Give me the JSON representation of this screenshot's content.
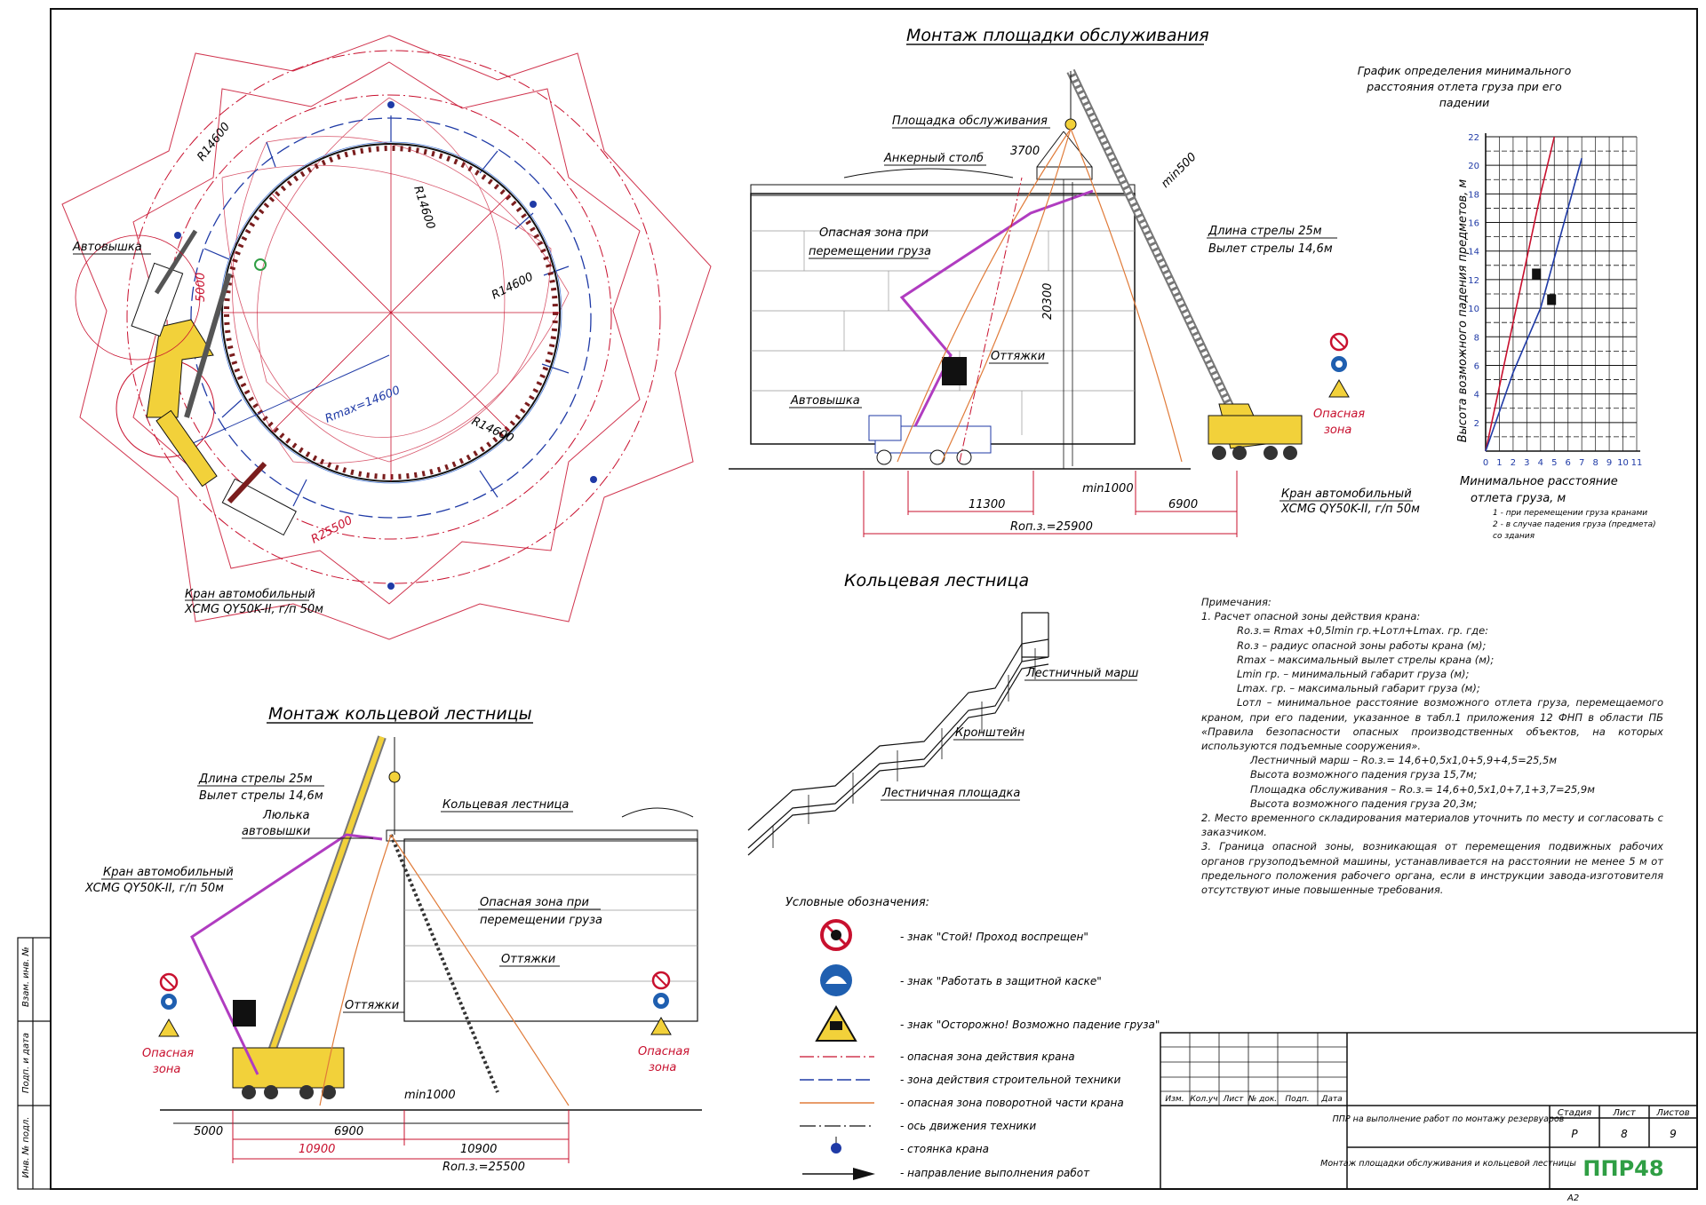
{
  "colors": {
    "crane_zone": "#c8102e",
    "tech_zone": "#1f3aa6",
    "swing_zone": "#e07b39",
    "crane_body": "#f2d13a",
    "ink": "#111111",
    "logo_green": "#2f9e44"
  },
  "plan": {
    "labels": {
      "r1": "R14600",
      "r2": "R14600",
      "r3": "R14600",
      "r4": "R14600",
      "rmax": "Rmax=14600",
      "r25": "R25500",
      "dim5000": "5000",
      "avtovyshka": "Автовышка",
      "crane_a": "Кран автомобильный",
      "crane_b": "XCMG QY50K-II, г/п 50м"
    }
  },
  "platform_view": {
    "title": "Монтаж площадки обслуживания",
    "platform": "Площадка обслуживания",
    "anchor": "Анкерный столб",
    "d3700": "3700",
    "min500": "min500",
    "danger_a": "Опасная зона при",
    "danger_b": "перемещении груза",
    "boom_len": "Длина стрелы 25м",
    "boom_reach": "Вылет стрелы 14,6м",
    "h20300": "20300",
    "guy": "Оттяжки",
    "lift": "Автовышка",
    "dz_a": "Опасная",
    "dz_b": "зона",
    "min1000": "min1000",
    "d11300": "11300",
    "d6900": "6900",
    "ron": "Rоп.з.=25900",
    "crane_a": "Кран автомобильный",
    "crane_b": "XCMG QY50K-II, г/п 50м"
  },
  "chart_data": {
    "type": "line",
    "title": "График определения минимального расстояния отлета груза при его падении",
    "xlabel": "Минимальное расстояние отлета груза, м",
    "ylabel": "Высота возможного падения предметов, м",
    "xticks": [
      0,
      1,
      2,
      3,
      4,
      5,
      6,
      7,
      8,
      9,
      10,
      11
    ],
    "yticks": [
      2,
      4,
      6,
      8,
      10,
      12,
      14,
      16,
      18,
      20,
      22
    ],
    "xlim": [
      0,
      11
    ],
    "ylim": [
      0,
      22
    ],
    "series": [
      {
        "name": "1",
        "color": "#c8102e",
        "x": [
          0,
          1,
          2,
          3,
          4,
          5
        ],
        "y": [
          0,
          4.5,
          9,
          13.5,
          18,
          22
        ]
      },
      {
        "name": "2",
        "color": "#1f3aa6",
        "x": [
          0,
          2,
          4,
          5,
          6,
          7
        ],
        "y": [
          0,
          5.5,
          10,
          13.5,
          17,
          20.5
        ]
      }
    ],
    "markers": [
      {
        "x": 3.7,
        "y": 12.4
      },
      {
        "x": 4.8,
        "y": 10.6
      }
    ],
    "legend": [
      "1 - при перемещении груза кранами",
      "2 - в случае падения груза (предмета)",
      "со здания"
    ]
  },
  "ring_stair": {
    "title": "Кольцевая лестница",
    "march": "Лестничный марш",
    "bracket": "Кронштейн",
    "landing": "Лестничная площадка"
  },
  "notes": {
    "heading": "Примечания:",
    "n1": "1.   Расчет опасной зоны действия крана:",
    "f": "Rо.з.= Rmax +0,5lmin гр.+Lотл+Lmax. гр. где:",
    "d1": "Rо.з – радиус опасной зоны работы крана (м);",
    "d2": "Rmax – максимальный вылет стрелы крана (м);",
    "d3": "Lmin гр. – минимальный габарит груза (м);",
    "d4": "Lmax. гр. – максимальный габарит груза (м);",
    "d5": "Lотл – минимальное расстояние возможного отлета груза, перемещаемого краном, при его падении, указанное в табл.1 приложения 12 ФНП в области ПБ «Правила безопасности опасных производственных объектов, на которых используются подъемные сооружения».",
    "c1": "Лестничный марш – Rо.з.= 14,6+0,5х1,0+5,9+4,5=25,5м",
    "c2": "Высота возможного падения груза 15,7м;",
    "c3": "Площадка обслуживания – Rо.з.= 14,6+0,5х1,0+7,1+3,7=25,9м",
    "c4": "Высота возможного падения груза 20,3м;",
    "n2": "2.      Место временного складирования материалов уточнить по месту и согласовать с заказчиком.",
    "n3": "3. Граница опасной зоны, возникающая от перемещения подвижных рабочих органов грузоподъемной машины, устанавливается на расстоянии не менее 5 м от предельного положения рабочего органа, если в инструкции завода-изготовителя отсутствуют иные повышенные требования."
  },
  "stair_mount": {
    "title": "Монтаж кольцевой лестницы",
    "boom_len": "Длина стрелы 25м",
    "boom_reach": "Вылет стрелы 14,6м",
    "cradle_a": "Люлька",
    "cradle_b": "автовышки",
    "ring": "Кольцевая лестница",
    "crane_a": "Кран автомобильный",
    "crane_b": "XCMG QY50K-II, г/п 50м",
    "danger_a": "Опасная зона при",
    "danger_b": "перемещении груза",
    "guy1": "Оттяжки",
    "guy2": "Оттяжки",
    "dz_a": "Опасная",
    "dz_b": "зона",
    "dz2_a": "Опасная",
    "dz2_b": "зона",
    "min1000": "min1000",
    "d5000": "5000",
    "d6900": "6900",
    "d10900a": "10900",
    "d10900b": "10900",
    "ron": "Rоп.з.=25500"
  },
  "legend": {
    "title": "Условные обозначения:",
    "items": [
      "- знак \"Стой! Проход воспрещен\"",
      "- знак \"Работать в защитной каске\"",
      "- знак \"Осторожно! Возможно падение груза\"",
      "- опасная зона действия крана",
      "- зона действия строительной техники",
      "- опасная зона поворотной части крана",
      "- ось движения техники",
      "- стоянка крана",
      "- направление выполнения работ"
    ]
  },
  "side_stamp": [
    "Взам. инв. №",
    "Подп. и дата",
    "Инв. № подл."
  ],
  "title_block": {
    "cols": [
      "Изм.",
      "Кол.уч",
      "Лист",
      "№ док.",
      "Подп.",
      "Дата"
    ],
    "doc": "ППР на выполнение работ по монтажу резервуаров",
    "sheet_title": "Монтаж площадки обслуживания и кольцевой лестницы",
    "stage_h": "Стадия",
    "sheet_h": "Лист",
    "sheets_h": "Листов",
    "stage": "Р",
    "sheet": "8",
    "sheets": "9",
    "logo": "ППР48",
    "format": "А2"
  }
}
